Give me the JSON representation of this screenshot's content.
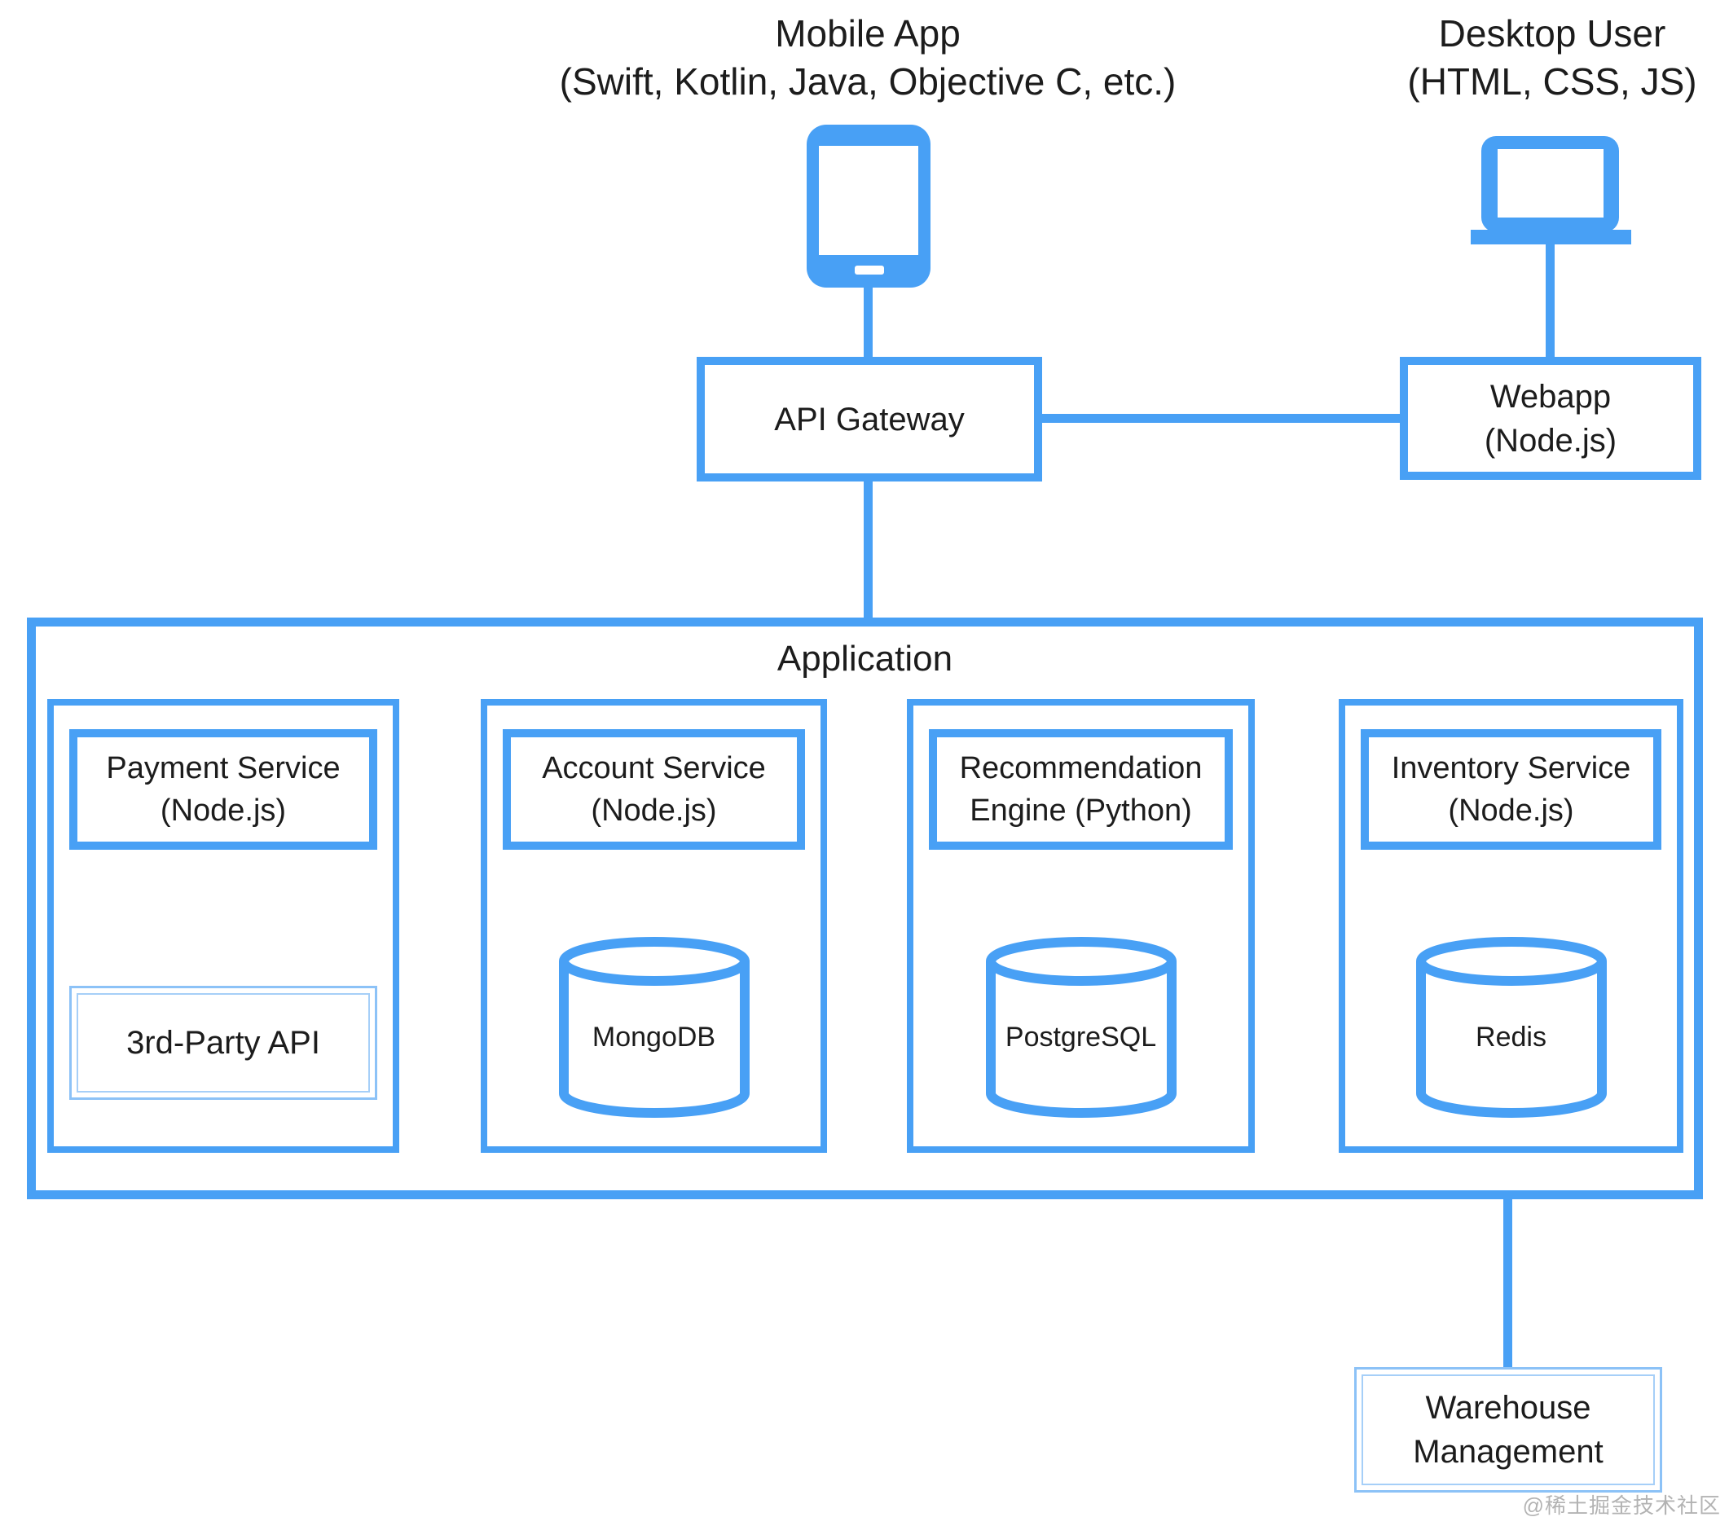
{
  "titles": {
    "mobile": {
      "line1": "Mobile App",
      "line2": "(Swift, Kotlin, Java, Objective C, etc.)"
    },
    "desktop": {
      "line1": "Desktop User",
      "line2": "(HTML, CSS, JS)"
    }
  },
  "gateway": {
    "label": "API Gateway"
  },
  "webapp": {
    "line1": "Webapp",
    "line2": "(Node.js)"
  },
  "application": {
    "label": "Application"
  },
  "services": [
    {
      "title_line1": "Payment Service",
      "title_line2": "(Node.js)",
      "child_type": "box",
      "child_label": "3rd-Party API"
    },
    {
      "title_line1": "Account Service",
      "title_line2": "(Node.js)",
      "child_type": "db",
      "child_label": "MongoDB"
    },
    {
      "title_line1": "Recommendation",
      "title_line2": "Engine (Python)",
      "child_type": "db",
      "child_label": "PostgreSQL"
    },
    {
      "title_line1": "Inventory Service",
      "title_line2": "(Node.js)",
      "child_type": "db",
      "child_label": "Redis"
    }
  ],
  "warehouse": {
    "line1": "Warehouse",
    "line2": "Management"
  },
  "icons": {
    "mobile": "smartphone-icon",
    "desktop": "laptop-icon",
    "database": "database-cylinder-icon"
  },
  "colors": {
    "accent": "#48a0f5",
    "accent_light": "#8cc2f7",
    "text": "#1c1c1c",
    "watermark": "#b3b3b3"
  },
  "watermark": {
    "text": "@稀土掘金技术社区"
  }
}
